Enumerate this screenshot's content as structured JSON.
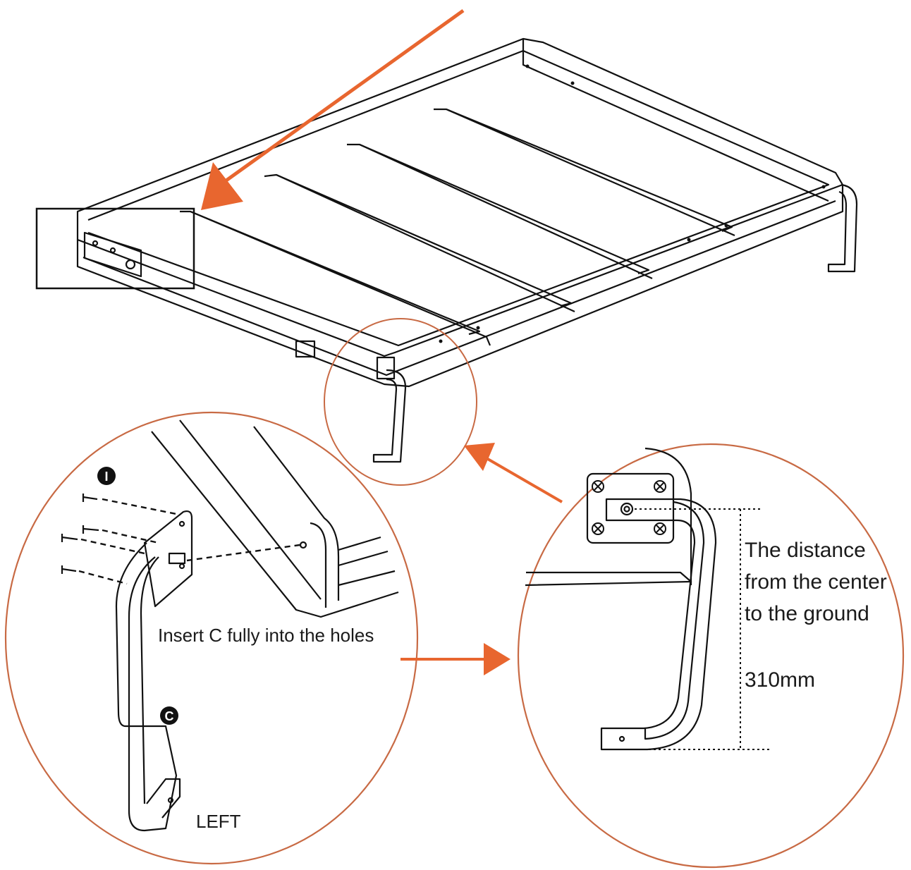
{
  "colors": {
    "accent": "#e8662f",
    "line": "#111111",
    "background": "#ffffff"
  },
  "labels": {
    "insert_instruction": "Insert C fully into the holes",
    "side": "LEFT",
    "distance_line1": "The distance",
    "distance_line2": "from the center",
    "distance_line3": "to the ground",
    "distance_value": "310mm"
  },
  "parts": {
    "screw_marker": "I",
    "leg_marker": "C"
  }
}
